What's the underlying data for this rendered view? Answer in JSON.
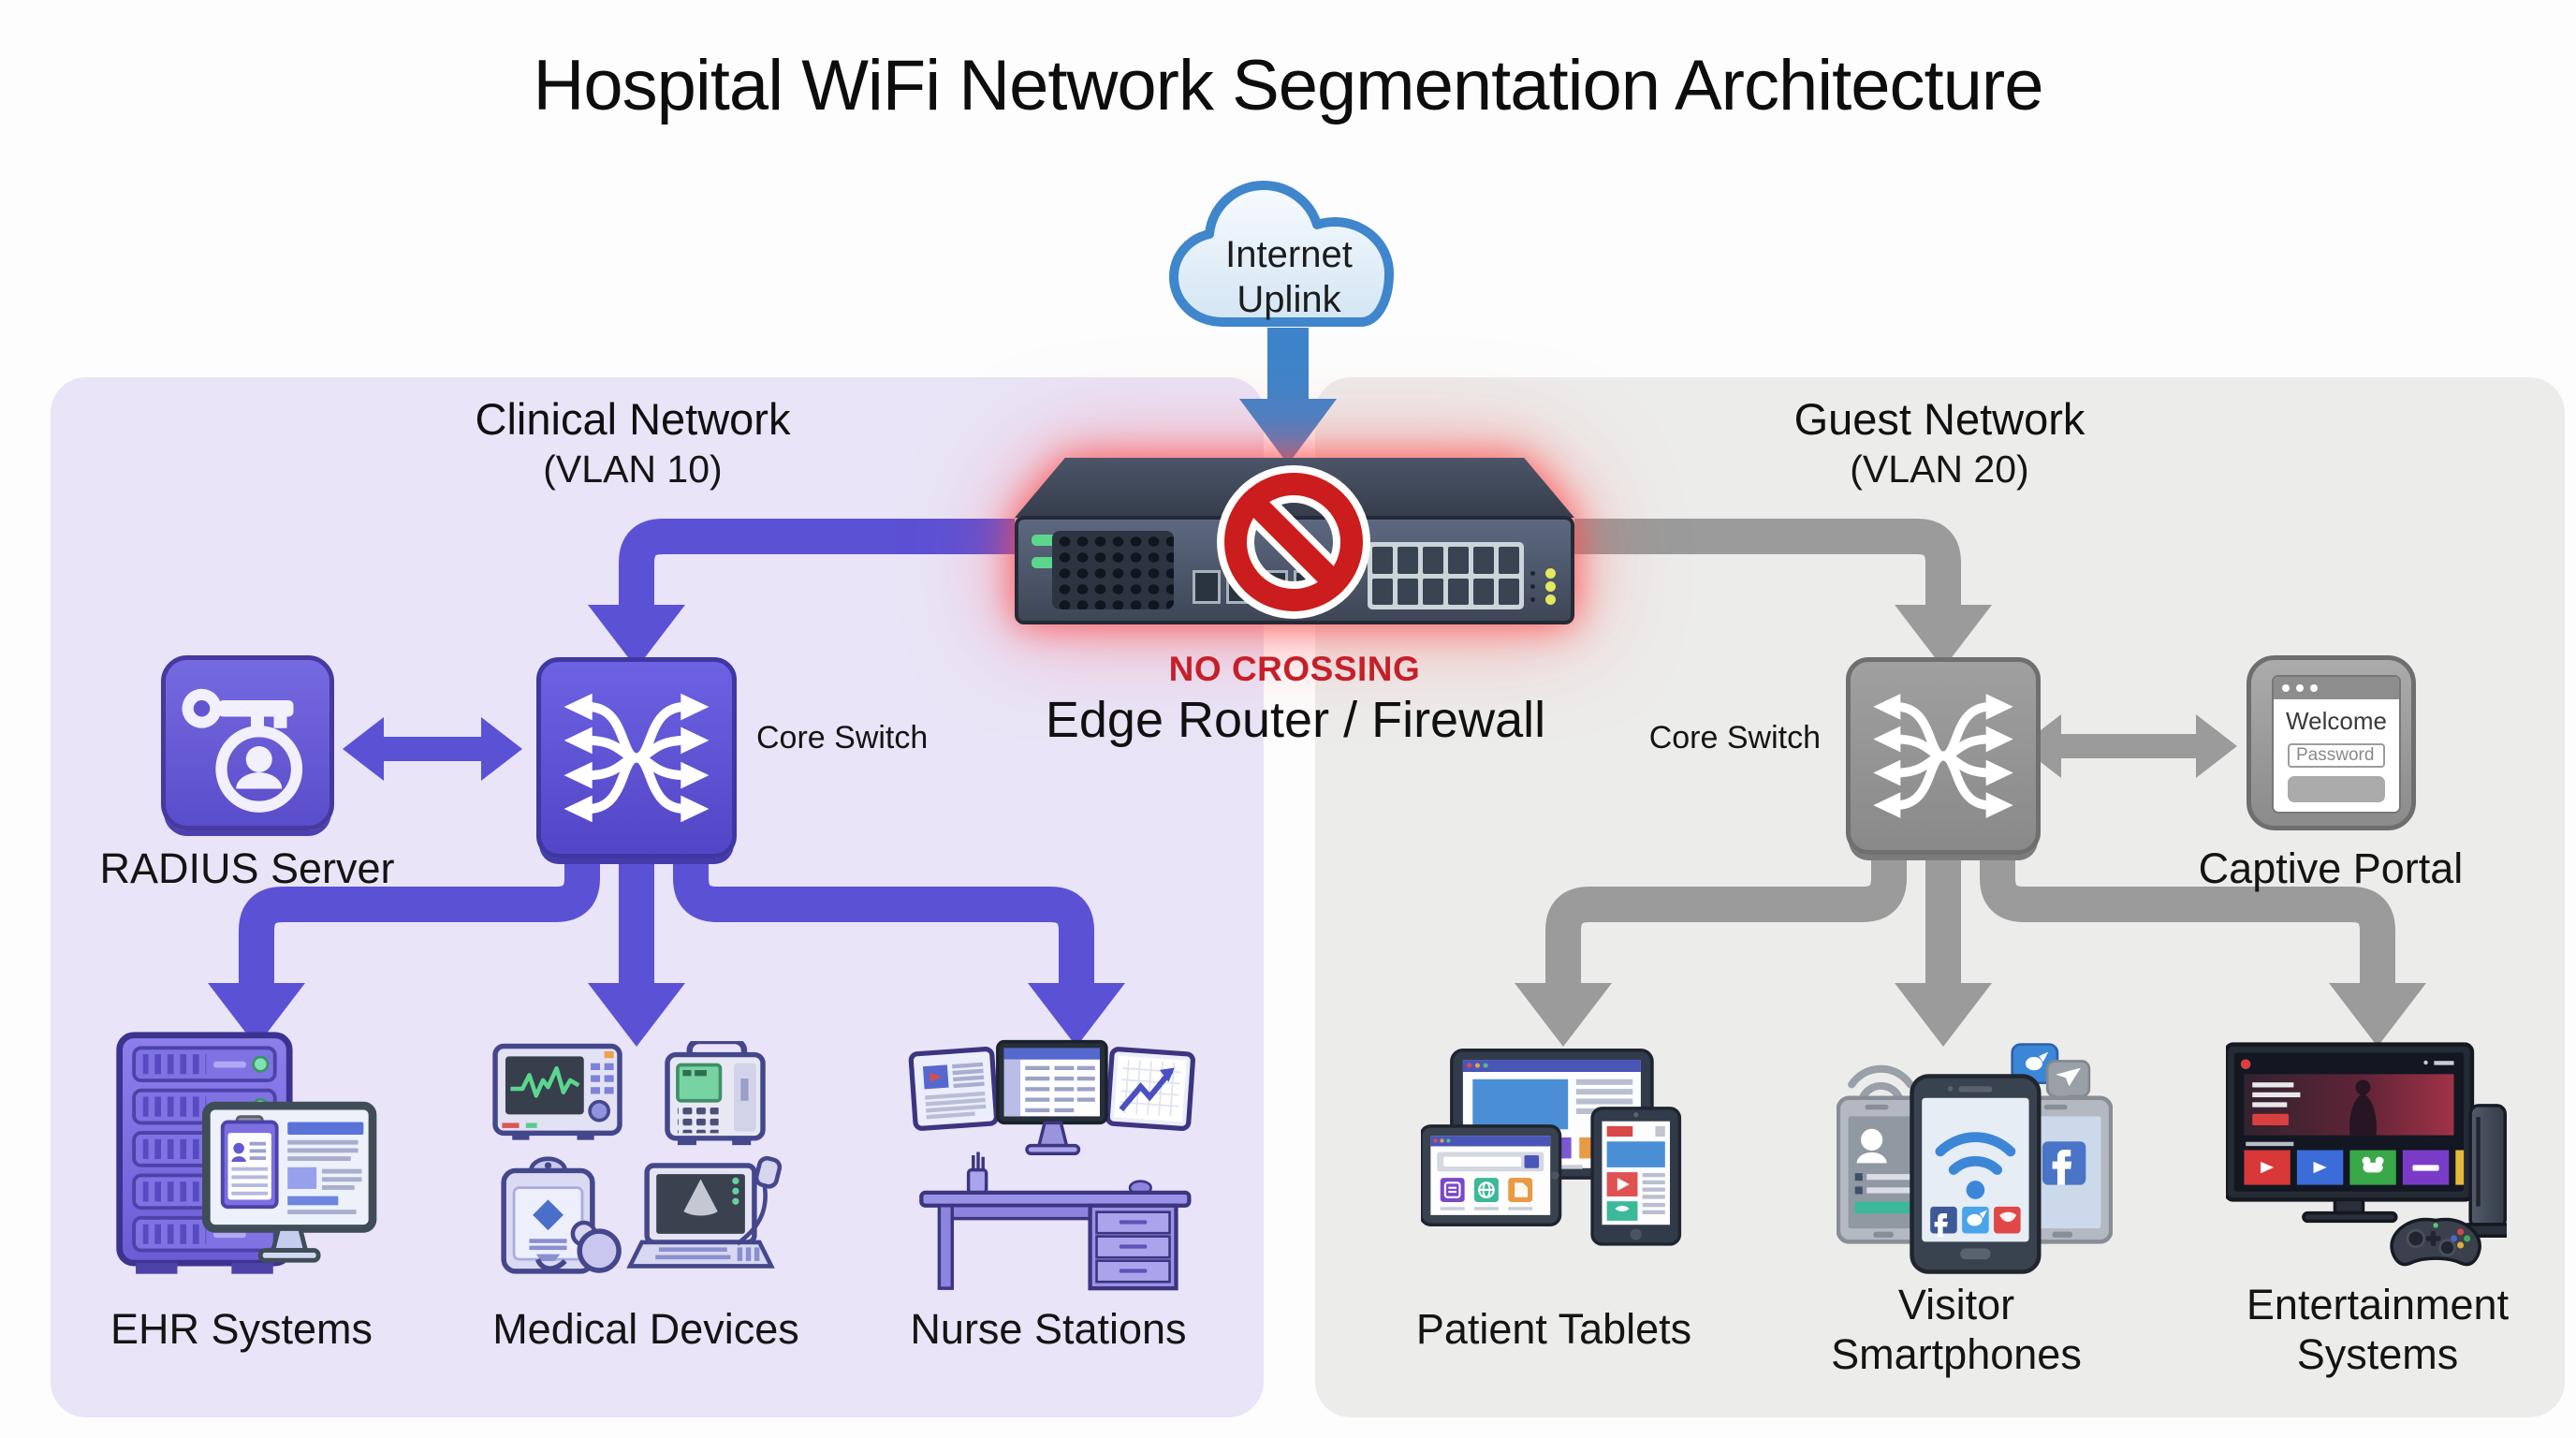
{
  "title": "Hospital WiFi Network Segmentation Architecture",
  "internet": {
    "line1": "Internet",
    "line2": "Uplink"
  },
  "edge_router": {
    "no_crossing": "NO CROSSING",
    "label": "Edge Router / Firewall"
  },
  "clinical": {
    "title": "Clinical Network",
    "vlan": "(VLAN 10)",
    "radius_server": "RADIUS Server",
    "core_switch": "Core Switch",
    "endpoints": [
      {
        "label": "EHR Systems"
      },
      {
        "label": "Medical Devices"
      },
      {
        "label": "Nurse Stations"
      }
    ]
  },
  "guest": {
    "title": "Guest Network",
    "vlan": "(VLAN 20)",
    "core_switch": "Core Switch",
    "captive_portal": {
      "label": "Captive Portal",
      "welcome": "Welcome",
      "password_placeholder": "Password"
    },
    "endpoints": [
      {
        "label": "Patient Tablets"
      },
      {
        "label": "Visitor Smartphones"
      },
      {
        "label": "Entertainment Systems"
      }
    ]
  },
  "colors": {
    "clinical_accent": "#5b51d5",
    "guest_accent": "#9b9b9b",
    "uplink_blue": "#3d84cb",
    "alert_red": "#c5202a",
    "clinical_bg": "#e9e4f7",
    "guest_bg": "#ececeb"
  }
}
